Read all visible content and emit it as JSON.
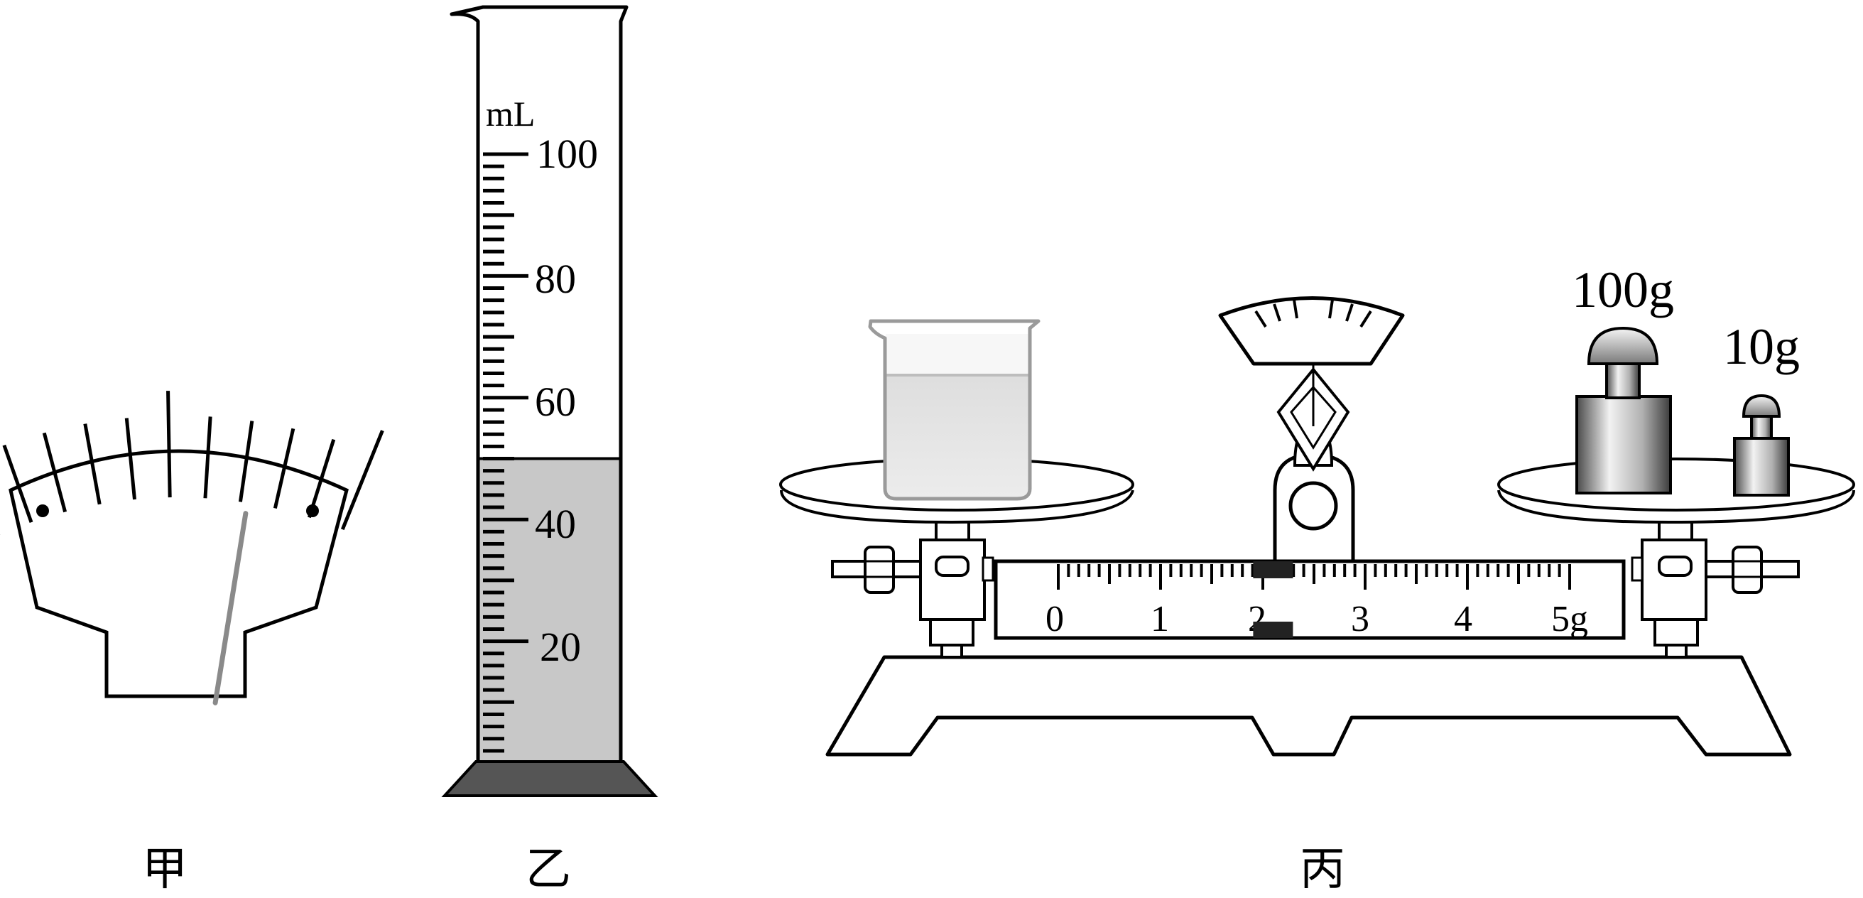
{
  "meter_jia": {
    "label": "甲",
    "needle_deflection_fraction": 0.72
  },
  "cylinder_yi": {
    "label": "乙",
    "unit": "mL",
    "tick_labels": [
      "100",
      "80",
      "60",
      "40",
      "20"
    ],
    "scale_max_ml": 100,
    "liquid_level_ml": 50,
    "colors": {
      "liquid": "#c8c8c8",
      "base": "#555555"
    }
  },
  "balance_bing": {
    "label": "丙",
    "weights": [
      {
        "label": "100g"
      },
      {
        "label": "10g"
      }
    ],
    "beam_scale_labels": [
      "0",
      "1",
      "2",
      "3",
      "4",
      "5g"
    ],
    "rider_position_g": 2.1
  }
}
